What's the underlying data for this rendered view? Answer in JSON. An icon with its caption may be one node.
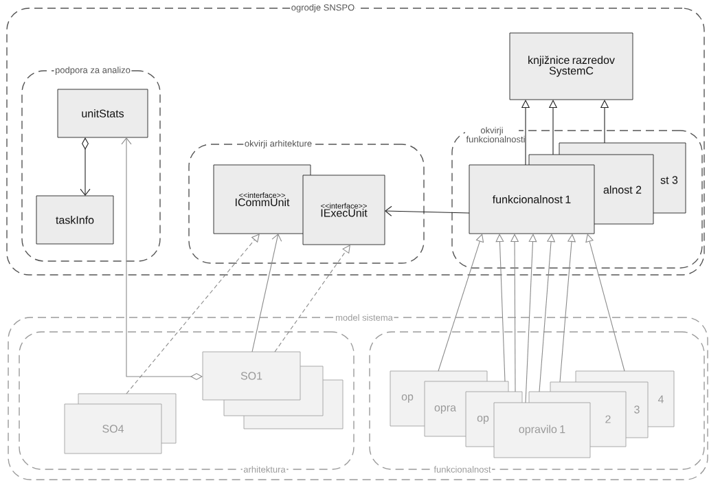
{
  "diagram": {
    "nodes": [
      {
        "text": [
          "ogrodje SNSPO"
        ]
      },
      {
        "text": [
          "podpora za analizo"
        ],
        "in": 0
      },
      {
        "text": [
          "unitStats"
        ],
        "in": 1
      },
      {
        "text": [
          "taskInfo"
        ],
        "in": 1
      },
      {
        "text": [
          "okvirji arhitekture"
        ],
        "in": 0
      },
      {
        "text": [
          "<<interface>>",
          "ICommUnit"
        ],
        "in": 4
      },
      {
        "text": [
          "<<interface>>",
          "IExecUnit"
        ],
        "in": 4
      },
      {
        "text": [
          "knjižnice razredov SystemC"
        ],
        "in": 0
      },
      {
        "text": [
          "okvirji funkcionalnosti"
        ],
        "in": 0
      },
      {
        "text": [
          "st 3"
        ],
        "in": 8
      },
      {
        "text": [
          "alnost 2"
        ],
        "in": 8
      },
      {
        "text": [
          "funkcionalnost 1"
        ],
        "in": 8
      },
      {
        "text": [
          "model sistema"
        ]
      },
      {
        "text": [
          "arhitektura"
        ],
        "in": 12
      },
      {
        "text": [],
        "shape": "box",
        "in": 13
      },
      {
        "text": [],
        "shape": "box",
        "in": 13
      },
      {
        "text": [
          "SO1"
        ],
        "in": 13
      },
      {
        "text": [],
        "shape": "box",
        "in": 13
      },
      {
        "text": [
          "SO4"
        ],
        "in": 13
      },
      {
        "text": [
          "funkcionalnost"
        ],
        "in": 12
      },
      {
        "text": [
          "op"
        ],
        "in": 19
      },
      {
        "text": [
          "opra"
        ],
        "in": 19
      },
      {
        "text": [
          "op"
        ],
        "in": 19
      },
      {
        "text": [
          "4"
        ],
        "in": 19
      },
      {
        "text": [
          "3"
        ],
        "in": 19
      },
      {
        "text": [
          "2"
        ],
        "in": 19
      },
      {
        "text": [
          "opravilo 1"
        ],
        "in": 19
      }
    ],
    "edges": [
      {
        "from": 2,
        "to": 3,
        "arrow": "to",
        "color": "#222222"
      },
      {
        "from": 16,
        "to": 2,
        "arrow": "to"
      },
      {
        "from": 17,
        "to": 5,
        "arrow": "to",
        "style": "dashed"
      },
      {
        "from": 16,
        "to": 5,
        "arrow": "to"
      },
      {
        "from": 16,
        "to": 6,
        "arrow": "to",
        "style": "dashed"
      },
      {
        "from": 11,
        "to": 6,
        "arrow": "to",
        "color": "#222222"
      },
      {
        "from": 11,
        "to": 7,
        "arrow": "to",
        "color": "#222222"
      },
      {
        "from": 10,
        "to": 7,
        "arrow": "to",
        "color": "#222222"
      },
      {
        "from": 9,
        "to": 7,
        "arrow": "to",
        "color": "#222222"
      },
      {
        "from": 20,
        "to": 11,
        "arrow": "to"
      },
      {
        "from": 21,
        "to": 11,
        "arrow": "to"
      },
      {
        "from": 22,
        "to": 11,
        "arrow": "to"
      },
      {
        "from": 26,
        "to": 11,
        "arrow": "to"
      },
      {
        "from": 25,
        "to": 11,
        "arrow": "to"
      },
      {
        "from": 24,
        "to": 11,
        "arrow": "to"
      },
      {
        "from": 23,
        "to": 11,
        "arrow": "to"
      }
    ]
  }
}
